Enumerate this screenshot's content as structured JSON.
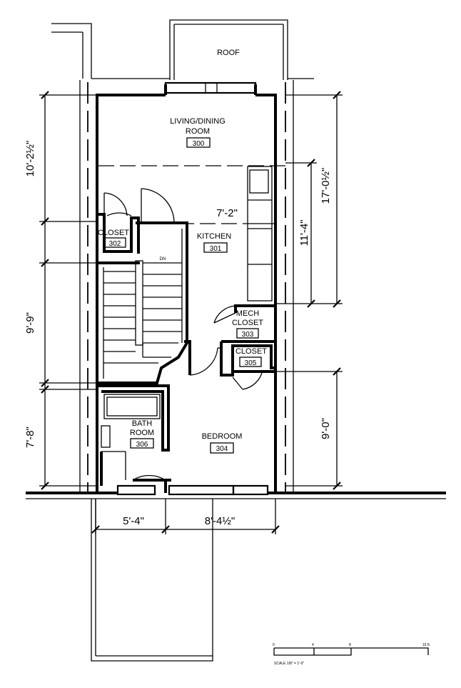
{
  "rooms": {
    "roof": "ROOF",
    "living": {
      "name_line1": "LIVING/DINING",
      "name_line2": "ROOM",
      "number": "300"
    },
    "kitchen": {
      "name": "KITCHEN",
      "number": "301"
    },
    "closet302": {
      "name": "CLOSET",
      "number": "302"
    },
    "mech": {
      "name_line1": "MECH",
      "name_line2": "CLOSET",
      "number": "303"
    },
    "closet305": {
      "name": "CLOSET",
      "number": "305"
    },
    "bath": {
      "name_line1": "BATH",
      "name_line2": "ROOM",
      "number": "306"
    },
    "bedroom": {
      "name": "BEDROOM",
      "number": "304"
    }
  },
  "stair": {
    "dn": "DN"
  },
  "dimensions": {
    "left_top": "10'-2½\"",
    "left_mid": "9'-9\"",
    "left_bot": "7'-8\"",
    "right_outer": "17'-0½\"",
    "right_inner": "11'-4\"",
    "right_bot": "9'-0\"",
    "kitchen_width": "7'-2\"",
    "bottom_left": "5'-4\"",
    "bottom_right": "8'-4½\""
  },
  "scale": {
    "ticks": [
      "0",
      "4",
      "8",
      "16 ft."
    ],
    "text": "SCALE  1/8\" = 1'-0\""
  }
}
